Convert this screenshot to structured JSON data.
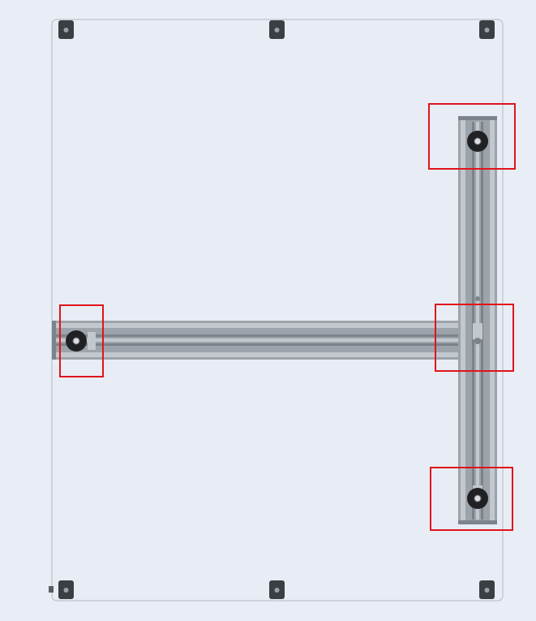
{
  "figure": {
    "background_color": "#ffffff",
    "panel_color": "#e9edf6",
    "plate_color": "#e8ecf5",
    "plate_border_color": "#b4b8c0",
    "profile_color": "#9da3ab",
    "profile_dark_color": "#7d838b",
    "profile_light_color": "#c3c8ce",
    "foot_color": "#3b3e43",
    "knob_color": "#1f2124",
    "highlight_color": "#e0141b"
  },
  "plate_feet": [
    {
      "name": "top-left"
    },
    {
      "name": "top-center"
    },
    {
      "name": "top-right"
    },
    {
      "name": "bottom-left"
    },
    {
      "name": "bottom-center"
    },
    {
      "name": "bottom-right"
    }
  ],
  "highlights": [
    {
      "name": "upper-right-knob"
    },
    {
      "name": "center-joint"
    },
    {
      "name": "lower-right-knob"
    },
    {
      "name": "left-knob"
    }
  ]
}
